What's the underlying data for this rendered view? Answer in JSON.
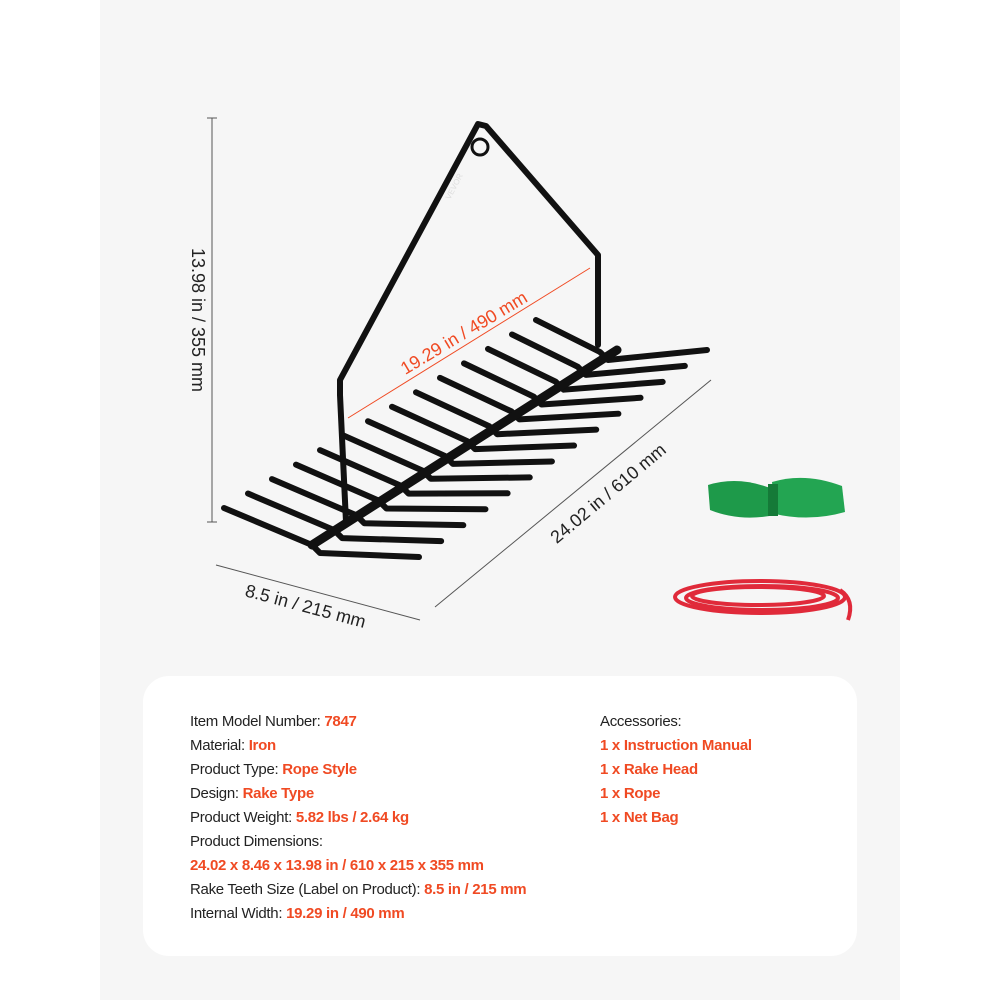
{
  "dimensions": {
    "height": "13.98 in / 355 mm",
    "internal_width": "19.29 in / 490 mm",
    "length": "24.02 in / 610 mm",
    "teeth": "8.5 in / 215 mm"
  },
  "brand_logo": "VEVOR",
  "specs": [
    {
      "label": "Item Model Number: ",
      "value": "7847"
    },
    {
      "label": "Material: ",
      "value": "Iron"
    },
    {
      "label": "Product Type: ",
      "value": "Rope Style"
    },
    {
      "label": "Design: ",
      "value": "Rake Type"
    },
    {
      "label": "Product Weight: ",
      "value": "5.82 lbs / 2.64 kg"
    },
    {
      "label": "Product Dimensions:",
      "value": ""
    },
    {
      "label": "",
      "value": "24.02 x 8.46 x 13.98 in / 610 x 215 x 355 mm"
    },
    {
      "label": "Rake Teeth Size (Label on Product): ",
      "value": "8.5 in / 215 mm"
    },
    {
      "label": "Internal Width: ",
      "value": "19.29 in / 490 mm"
    }
  ],
  "accessories": {
    "title": "Accessories:",
    "items": [
      "1 x Instruction Manual",
      "1 x Rake Head",
      "1 x Rope",
      "1 x Net Bag"
    ]
  },
  "colors": {
    "accent": "#f04a23",
    "background": "#f6f6f6",
    "rake": "#111111",
    "net_bag": "#1e9a4a",
    "rope": "#e02a3a"
  }
}
